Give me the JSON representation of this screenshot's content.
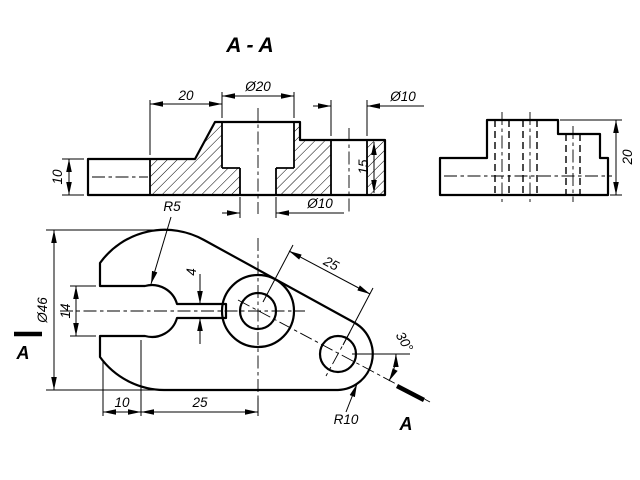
{
  "drawing": {
    "title": "A - A",
    "section_view": {
      "dims": {
        "plate_height": "10",
        "shoulder_width": "20",
        "counterbore_dia": "Ø20",
        "lug_hole_dia": "Ø10",
        "lug_height": "15",
        "bottom_hole_dia": "Ø10"
      }
    },
    "side_view": {
      "dims": {
        "total_height": "20"
      }
    },
    "plan_view": {
      "dims": {
        "notch_radius": "R5",
        "slot_width": "4",
        "arm_center_distance": "25",
        "fork_diameter": "Ø46",
        "mouth_width": "14",
        "arm_angle": "30°",
        "offset_10": "10",
        "center_distance_25": "25",
        "end_radius": "R10"
      },
      "section_marks": {
        "left": "A",
        "right": "A"
      }
    },
    "colors": {
      "line": "#000000",
      "background": "#ffffff"
    }
  }
}
